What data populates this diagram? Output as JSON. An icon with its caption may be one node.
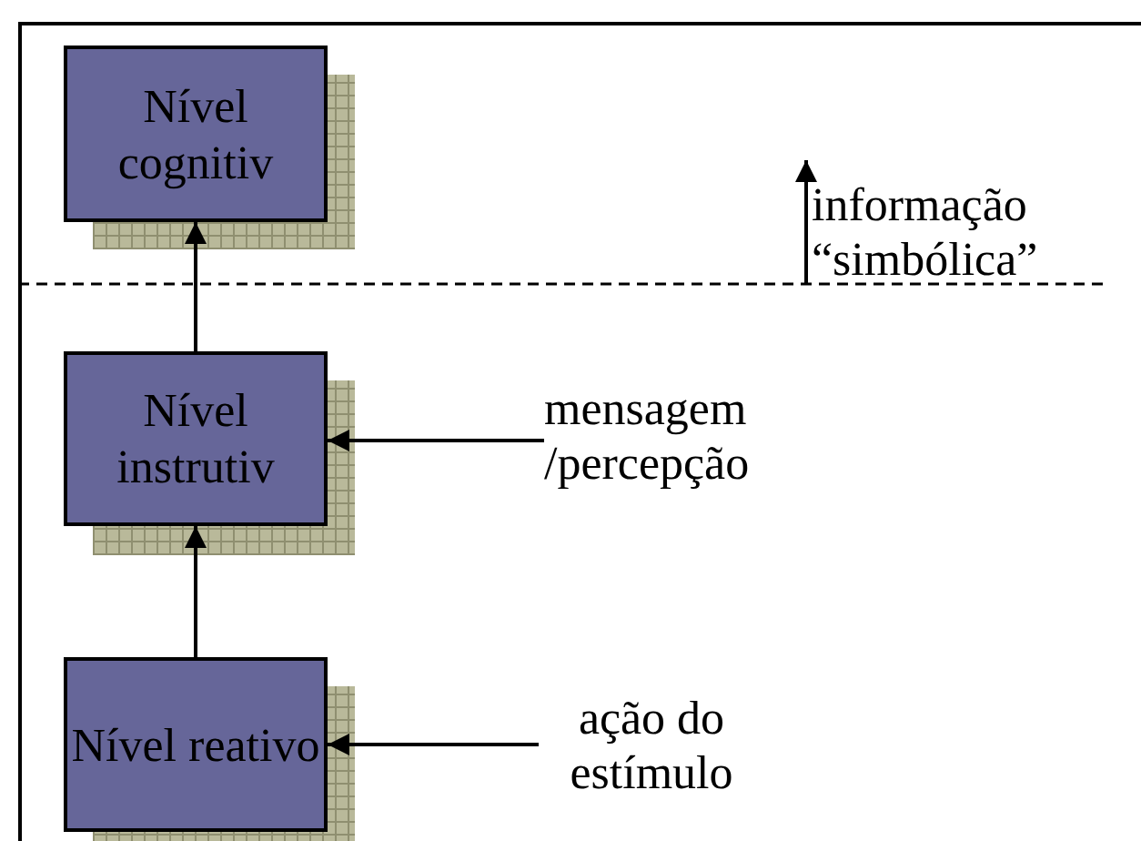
{
  "diagram": {
    "nodes": [
      {
        "text": [
          "Nível cognitiv"
        ]
      },
      {
        "text": [
          "Nível instrutiv"
        ]
      },
      {
        "text": [
          "Nível reativo"
        ]
      },
      {
        "text": [
          "informação “simbólica”"
        ]
      },
      {
        "text": [
          "mensagem /percepção"
        ]
      },
      {
        "text": [
          "ação do estímulo"
        ]
      }
    ],
    "edges": [
      {
        "from": 1,
        "to": 0,
        "arrow": "to"
      },
      {
        "from": 2,
        "to": 1,
        "arrow": "to"
      },
      {
        "from": 4,
        "to": 1,
        "arrow": "to"
      },
      {
        "from": 5,
        "to": 2,
        "arrow": "to"
      }
    ]
  }
}
